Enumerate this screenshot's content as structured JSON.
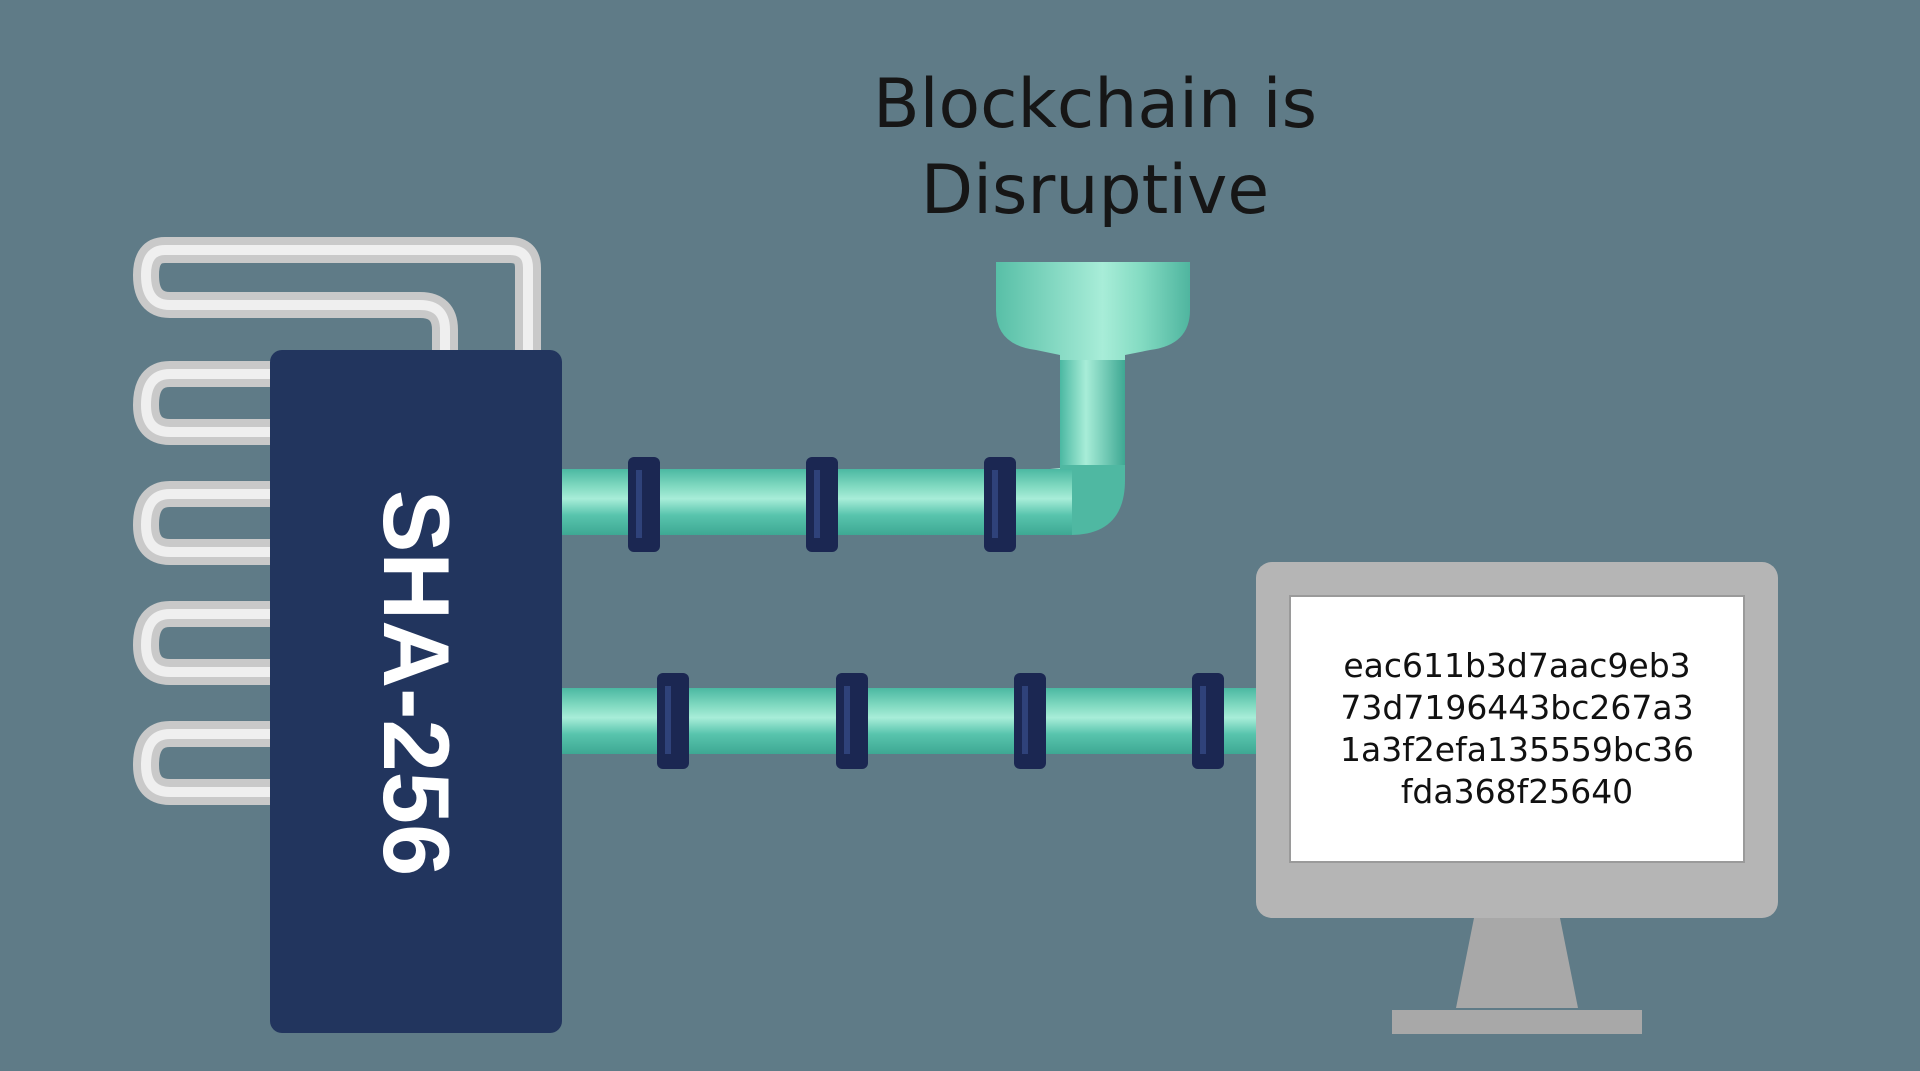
{
  "input_text": "Blockchain is\nDisruptive",
  "algorithm": "SHA-256",
  "hash_output": "eac611b3d7aac9eb3\n73d7196443bc267a3\n1a3f2efa135559bc36\nfda368f25640",
  "colors": {
    "background": "#5f7b87",
    "machine": "#22355e",
    "pipe": "#53c1ab",
    "pipe_highlight": "#8fe2c9",
    "coil": "#d8d8d8",
    "monitor": "#b5b5b5",
    "screen": "#ffffff",
    "clamp": "#1b2752"
  },
  "icons": {
    "machine": "hash-machine-icon",
    "funnel": "funnel-icon",
    "monitor": "monitor-icon",
    "coil": "cooling-coil-icon"
  }
}
